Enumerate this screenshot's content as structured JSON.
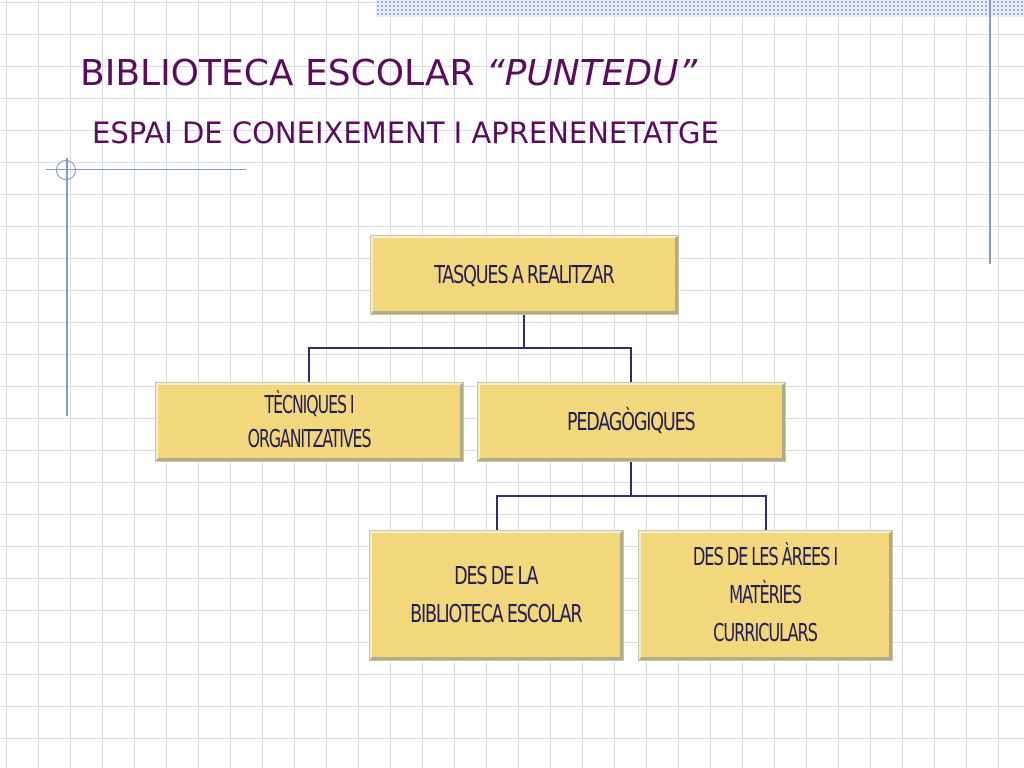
{
  "slide": {
    "title_main": "BIBLIOTECA ESCOLAR",
    "title_quoted": "“PUNTEDU”",
    "subtitle": "ESPAI DE CONEIXEMENT I APRENENETATGE"
  },
  "diagram": {
    "root": {
      "label": "TASQUES A REALITZAR"
    },
    "level1": [
      {
        "label": "TÈCNIQUES I ORGANITZATIVES"
      },
      {
        "label": "PEDAGÒGIQUES"
      }
    ],
    "level2": [
      {
        "label": "DES DE LA\nBIBLIOTECA ESCOLAR"
      },
      {
        "label": "DES DE LES ÀREES I\nMATÈRIES CURRICULARS"
      }
    ]
  },
  "colors": {
    "title": "#5c0b5e",
    "box_fill": "#f2d77d",
    "box_text": "#211d55",
    "connector": "#2e2e6e",
    "grid": "#d6dcec"
  }
}
